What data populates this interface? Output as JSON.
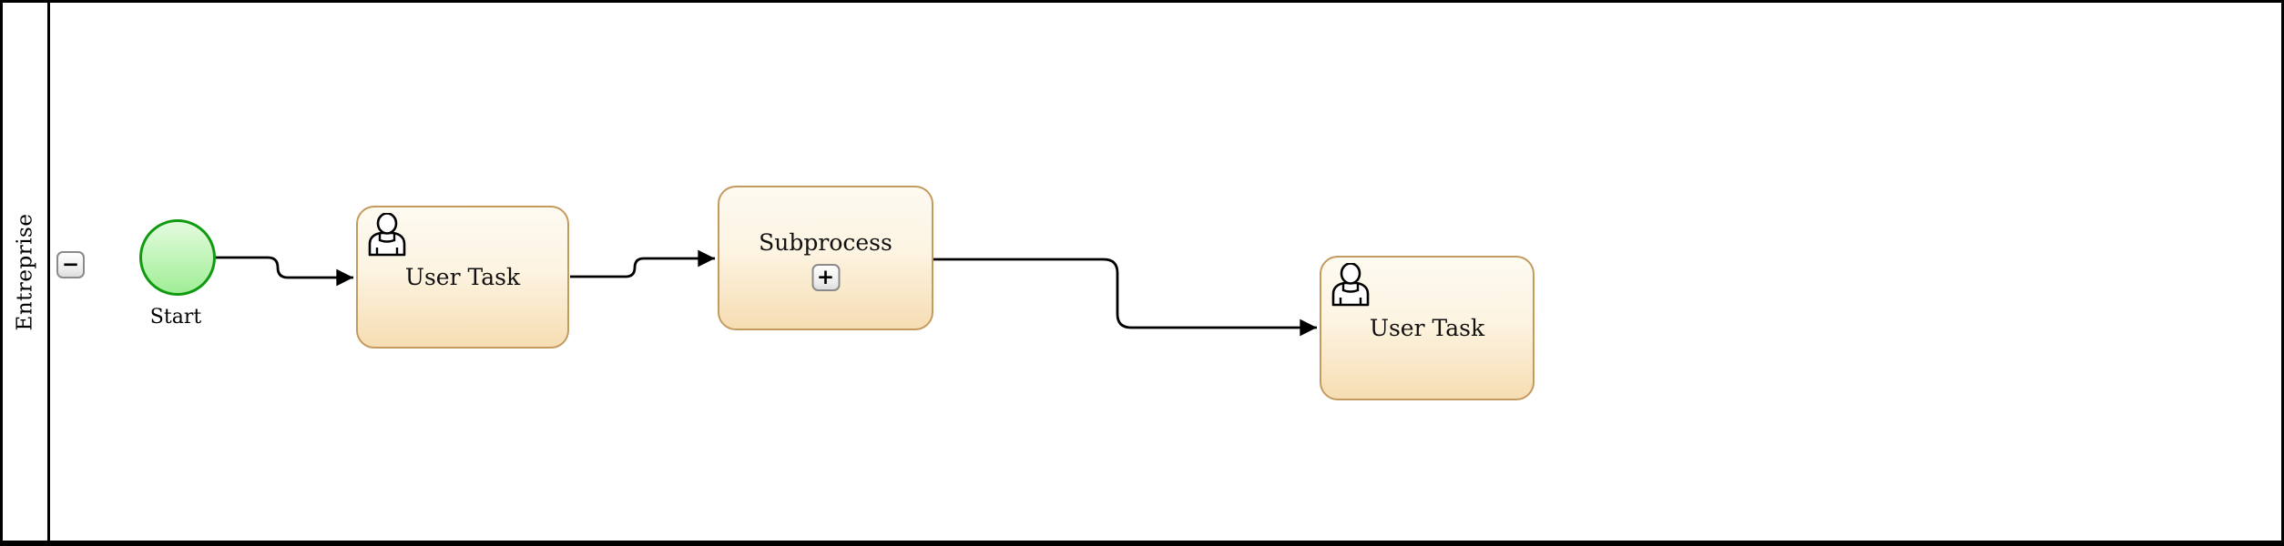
{
  "pool": {
    "name": "Entreprise",
    "collapse_button": "−"
  },
  "nodes": {
    "start": {
      "type": "start-event",
      "label": "Start"
    },
    "task1": {
      "type": "user-task",
      "label": "User Task"
    },
    "subprocess": {
      "type": "collapsed-subprocess",
      "label": "Subprocess",
      "expand_button": "+"
    },
    "task2": {
      "type": "user-task",
      "label": "User Task"
    }
  },
  "flows": [
    {
      "from": "start",
      "to": "task1"
    },
    {
      "from": "task1",
      "to": "subprocess"
    },
    {
      "from": "subprocess",
      "to": "task2"
    }
  ],
  "colors": {
    "task_border": "#c49b5e",
    "task_fill_top": "#fdfaf1",
    "task_fill_bottom": "#f6ddb3",
    "event_border": "#0f9a0f",
    "event_fill_top": "#e4fbde",
    "event_fill_bottom": "#a0ee96",
    "flow": "#000000"
  }
}
